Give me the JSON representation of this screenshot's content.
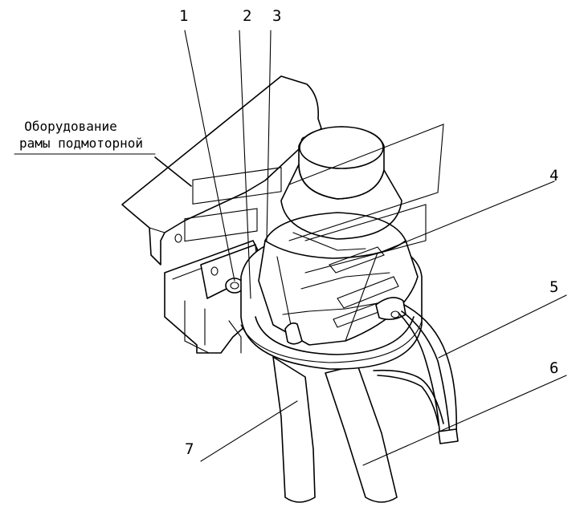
{
  "caption": {
    "line1": "Оборудование",
    "line2": "рамы подмоторной"
  },
  "callouts": [
    {
      "id": "1",
      "label": "1"
    },
    {
      "id": "2",
      "label": "2"
    },
    {
      "id": "3",
      "label": "3"
    },
    {
      "id": "4",
      "label": "4"
    },
    {
      "id": "5",
      "label": "5"
    },
    {
      "id": "6",
      "label": "6"
    },
    {
      "id": "7",
      "label": "7"
    }
  ]
}
